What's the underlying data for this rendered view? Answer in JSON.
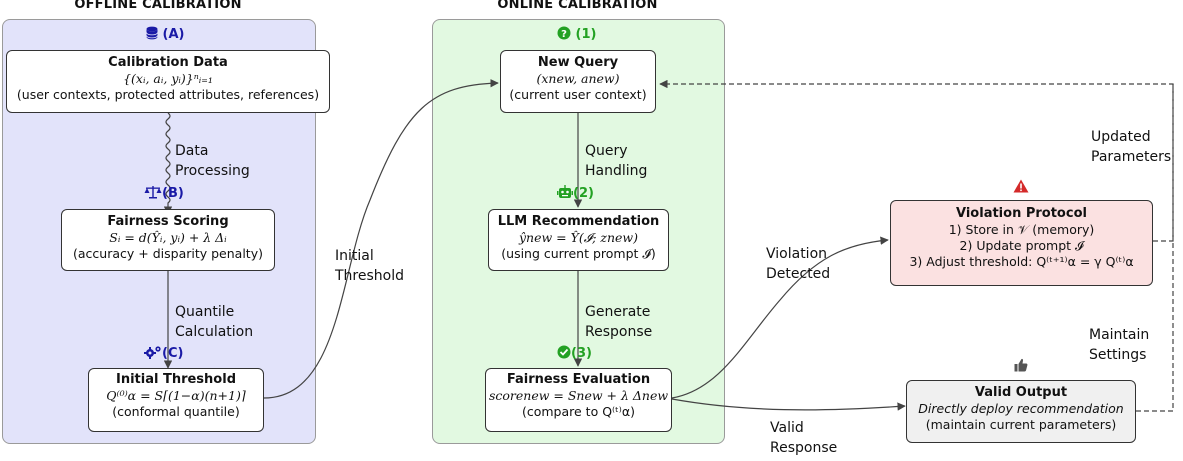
{
  "offline": {
    "title": "OFFLINE CALIBRATION",
    "tag_a": "(A)",
    "tag_b": "(B)",
    "tag_c": "(C)",
    "calib": {
      "title": "Calibration Data",
      "formula": "{(xᵢ, aᵢ, yᵢ)}ⁿᵢ₌₁",
      "desc": "(user contexts, protected attributes, references)"
    },
    "arrow1": [
      "Data",
      "Processing"
    ],
    "fairness": {
      "title": "Fairness Scoring",
      "formula": "Sᵢ = d(Ŷᵢ, yᵢ) + λ Δᵢ",
      "desc": "(accuracy + disparity penalty)"
    },
    "arrow2": [
      "Quantile",
      "Calculation"
    ],
    "threshold": {
      "title": "Initial Threshold",
      "formula": "Q⁽⁰⁾α = S⌈(1−α)(n+1)⌉",
      "desc": "(conformal quantile)"
    }
  },
  "bridge_label": [
    "Initial",
    "Threshold"
  ],
  "online": {
    "title": "ONLINE CALIBRATION",
    "tag_1": "(1)",
    "tag_2": "(2)",
    "tag_3": "(3)",
    "query": {
      "title": "New Query",
      "formula": "(xnew, anew)",
      "desc": "(current user context)"
    },
    "arrow1": [
      "Query",
      "Handling"
    ],
    "llm": {
      "title": "LLM Recommendation",
      "formula": "ŷnew = Ŷ(𝓘; znew)",
      "desc": "(using current prompt 𝓘)"
    },
    "arrow2": [
      "Generate",
      "Response"
    ],
    "eval": {
      "title": "Fairness Evaluation",
      "formula": "scorenew = Snew + λ Δnew",
      "desc": "(compare to Q⁽ᵗ⁾α)"
    }
  },
  "violation": {
    "title": "Violation Protocol",
    "line1": "1) Store in 𝒱 (memory)",
    "line2": "2) Update prompt 𝓘",
    "line3": "3) Adjust threshold: Q⁽ᵗ⁺¹⁾α = γ Q⁽ᵗ⁾α"
  },
  "valid": {
    "title": "Valid Output",
    "line1": "Directly deploy recommendation",
    "line2": "(maintain current parameters)"
  },
  "edge_labels": {
    "violation_detected": [
      "Violation",
      "Detected"
    ],
    "valid_response": [
      "Valid",
      "Response"
    ],
    "updated_parameters": [
      "Updated",
      "Parameters"
    ],
    "maintain_settings": [
      "Maintain",
      "Settings"
    ]
  },
  "colors": {
    "offline_bg": "#e2e3fa",
    "online_bg": "#e2f9e1",
    "violation_bg": "#fbe1e1",
    "valid_bg": "#f0f0f0",
    "blue_tag": "#1a1aa6",
    "green_tag": "#23a123",
    "warning_red": "#d42a2a"
  },
  "icons": [
    "database-icon",
    "balance-scale-icon",
    "gears-icon",
    "question-circle-icon",
    "robot-icon",
    "check-circle-icon",
    "warning-icon",
    "thumbs-up-icon"
  ]
}
